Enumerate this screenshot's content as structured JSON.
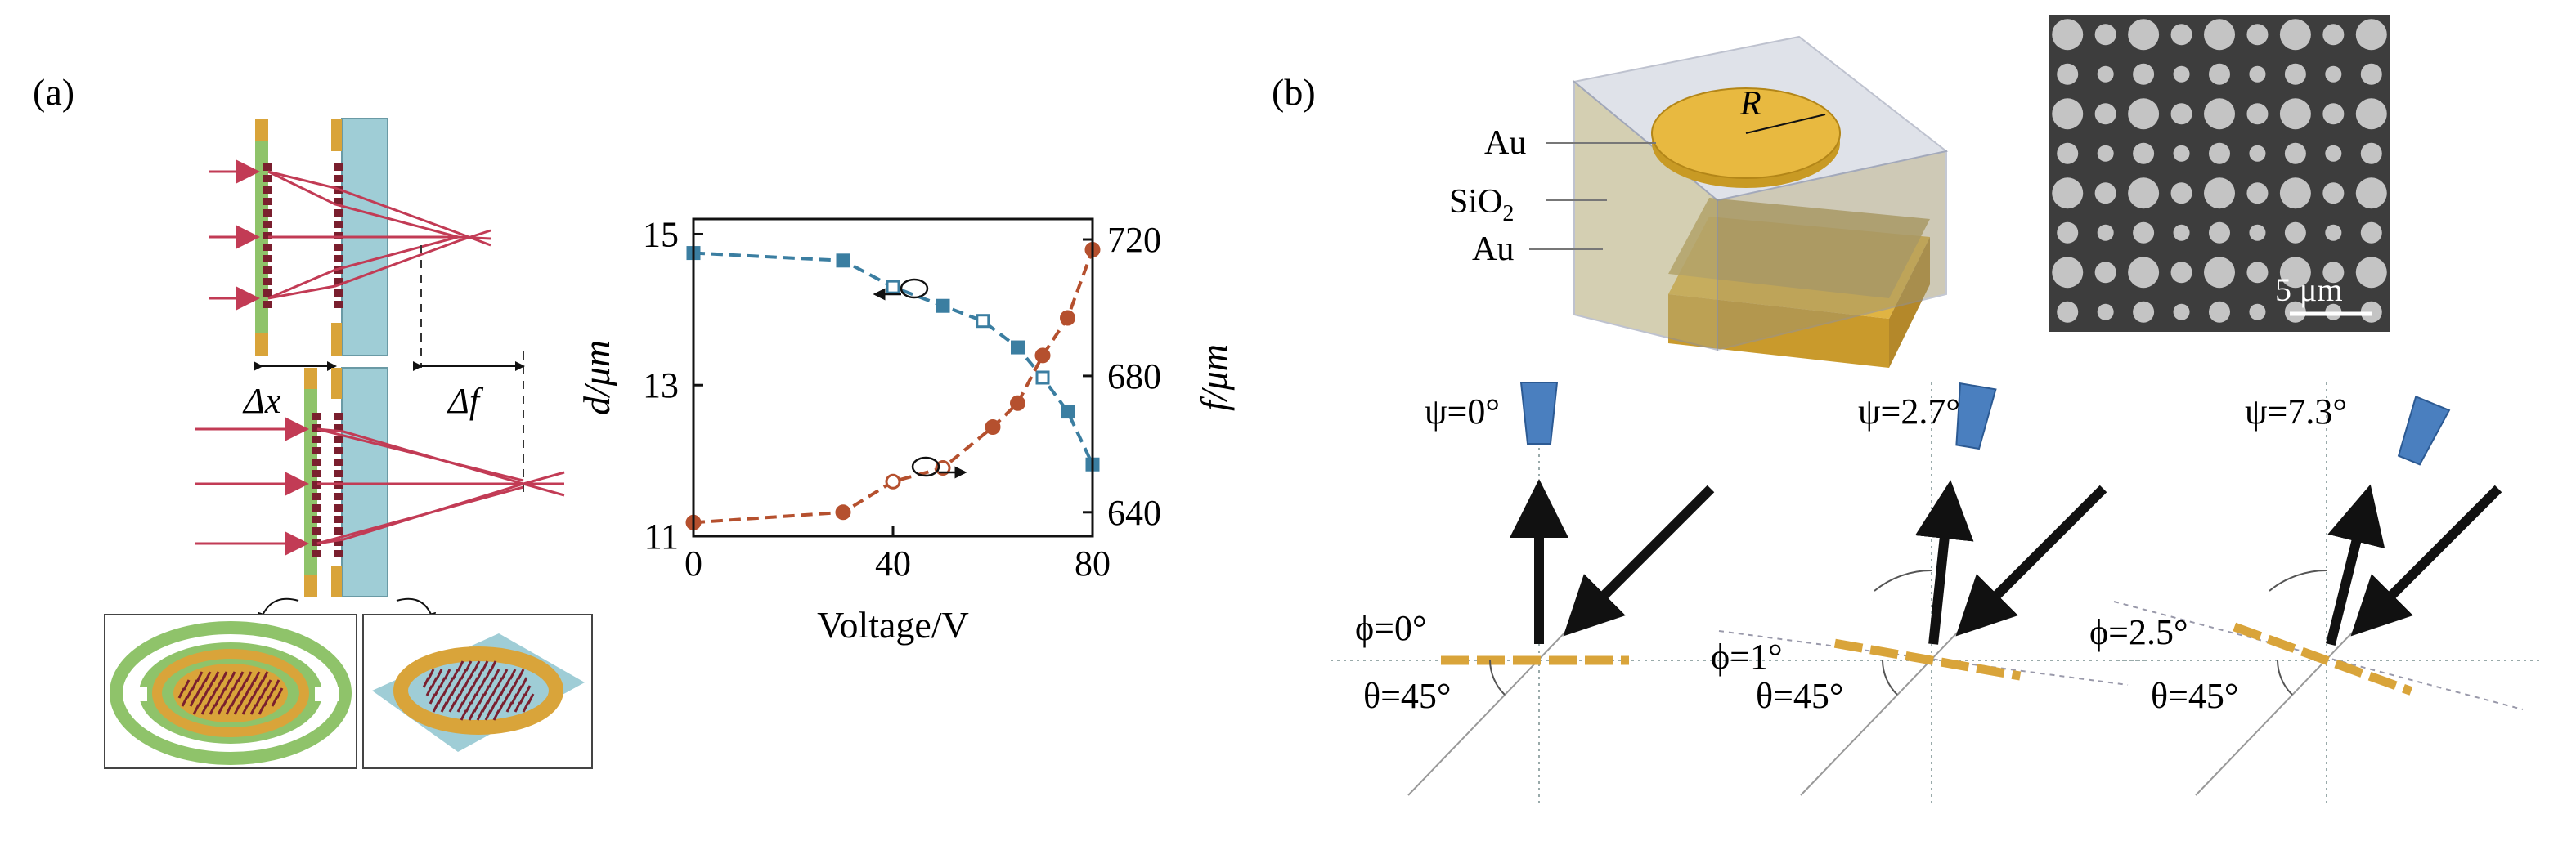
{
  "panel_a": {
    "label": "(a)",
    "delta_x": "Δx",
    "delta_f": "Δf"
  },
  "panel_b": {
    "label": "(b)",
    "layer_top": "Au",
    "layer_mid": "SiO",
    "layer_mid_sub": "2",
    "layer_bottom": "Au",
    "radius_label": "R",
    "scale_bar": "5 μm",
    "configs": [
      {
        "psi": "ψ=0°",
        "phi": "ϕ=0°",
        "theta": "θ=45°"
      },
      {
        "psi": "ψ=2.7°",
        "phi": "ϕ=1°",
        "theta": "θ=45°"
      },
      {
        "psi": "ψ=7.3°",
        "phi": "ϕ=2.5°",
        "theta": "θ=45°"
      }
    ]
  },
  "colors": {
    "d_series": "#3b7ea1",
    "f_series": "#b5502e",
    "gold": "#d9a43a",
    "glass": "#9fcdd6",
    "green": "#8fc36a",
    "beam": "#c23b55",
    "meta": "#7a1f2e"
  },
  "chart_data": {
    "type": "line",
    "xlabel": "Voltage/V",
    "ylabel_left": "d/μm",
    "ylabel_right": "f/μm",
    "x_ticks": [
      "0",
      "40",
      "80"
    ],
    "y_left_ticks": [
      "11",
      "13",
      "15"
    ],
    "y_right_ticks": [
      "640",
      "680",
      "720"
    ],
    "xlim": [
      0,
      80
    ],
    "ylim_left": [
      11,
      15.2
    ],
    "ylim_right": [
      633,
      726
    ],
    "grid": false,
    "series": [
      {
        "axis": "left",
        "color": "#3b7ea1",
        "points": [
          [
            0,
            14.75
          ],
          [
            30,
            14.65
          ],
          [
            40,
            14.3
          ],
          [
            50,
            14.05
          ],
          [
            58,
            13.85
          ],
          [
            65,
            13.5
          ],
          [
            70,
            13.1
          ],
          [
            75,
            12.65
          ],
          [
            80,
            11.95
          ]
        ]
      },
      {
        "axis": "right",
        "color": "#b5502e",
        "points": [
          [
            0,
            637
          ],
          [
            30,
            640
          ],
          [
            40,
            649
          ],
          [
            50,
            653
          ],
          [
            60,
            665
          ],
          [
            65,
            672
          ],
          [
            70,
            686
          ],
          [
            75,
            697
          ],
          [
            80,
            717
          ]
        ]
      }
    ]
  }
}
